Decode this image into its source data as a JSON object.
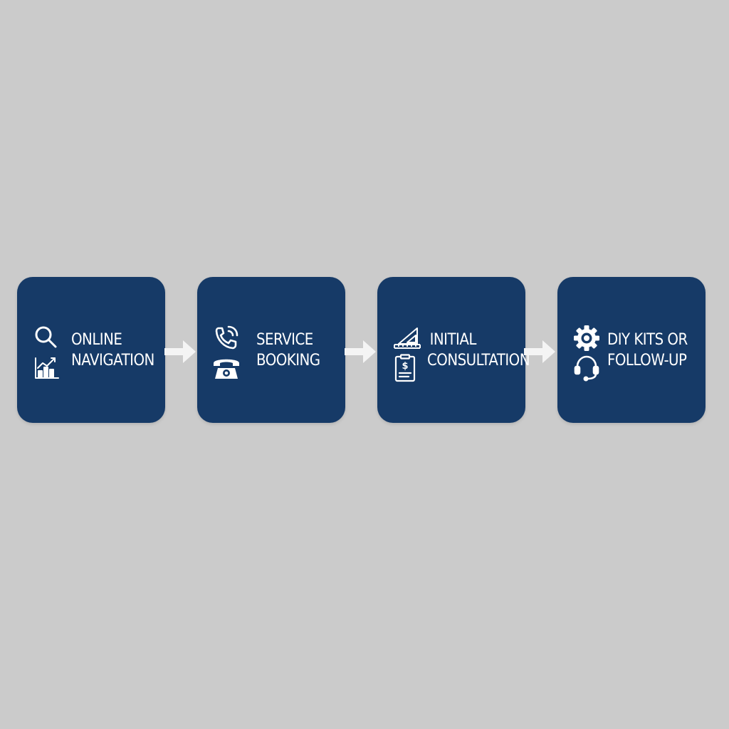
{
  "flow": {
    "steps": [
      {
        "line1": "ONLINE",
        "line2": "NAVIGATION",
        "icons": [
          "search-icon",
          "bar-chart-icon"
        ]
      },
      {
        "line1": "SERVICE",
        "line2": "BOOKING",
        "icons": [
          "phone-call-icon",
          "telephone-icon"
        ]
      },
      {
        "line1": "INITIAL",
        "line2": "CONSULTATION",
        "icons": [
          "ruler-triangle-icon",
          "invoice-clipboard-icon"
        ]
      },
      {
        "line1": "DIY KITS OR",
        "line2": "FOLLOW-UP",
        "icons": [
          "gear-icon",
          "headset-icon"
        ]
      }
    ]
  },
  "colors": {
    "background": "#cbcbcb",
    "box": "#163a67",
    "text": "#ffffff",
    "arrow": "#f4f4f4"
  }
}
